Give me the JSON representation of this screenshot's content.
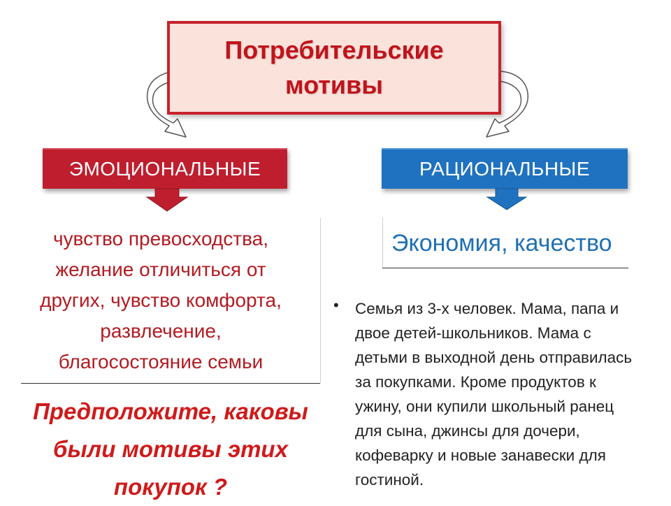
{
  "title": {
    "line1": "Потребительские",
    "line2": "мотивы"
  },
  "categories": {
    "emotional": "ЭМОЦИОНАЛЬНЫЕ",
    "rational": "РАЦИОНАЛЬНЫЕ"
  },
  "emotional_motives": [
    "чувство превосходства,",
    "желание отличиться от",
    "других, чувство комфорта,",
    "развлечение,",
    "благосостояние семьи"
  ],
  "rational_motives": "Экономия, качество",
  "question": [
    "Предположите, каковы",
    "были мотивы  этих",
    "покупок ?"
  ],
  "story": {
    "bullet": "•",
    "lines": [
      "Семья из 3-х человек. Мама, папа и",
      "двое детей-школьников. Мама с",
      "детьми в выходной день отправилась",
      "за покупками. Кроме продуктов к",
      "ужину, они купили школьный ранец",
      "для сына, джинсы для дочери,",
      "кофеварку и новые занавески для",
      "гостиной."
    ]
  },
  "colors": {
    "red_accent": "#bf1e2e",
    "blue_accent": "#1f72bf",
    "title_fill": "#fbe3dc"
  }
}
